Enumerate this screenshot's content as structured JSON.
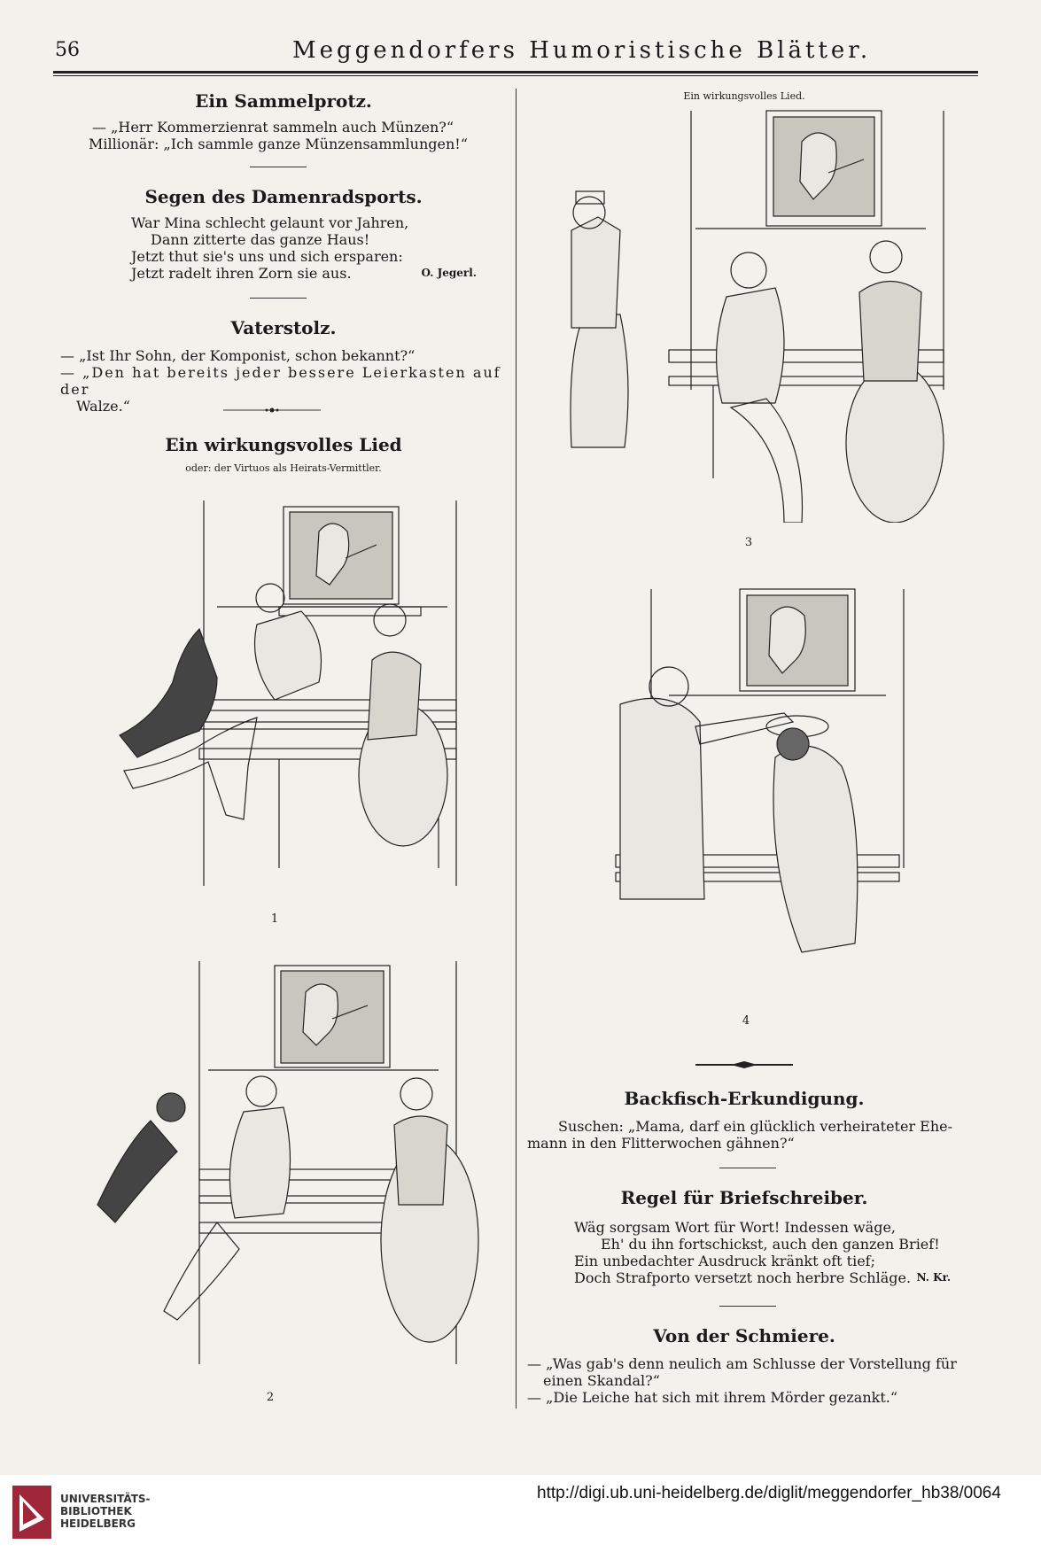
{
  "header": {
    "page_number": "56",
    "title": "Meggendorfers Humoristische Blätter."
  },
  "left": {
    "s1": {
      "title": "Ein Sammelprotz.",
      "lines": [
        "— „Herr Kommerzienrat sammeln auch Münzen?“",
        "Millionär: „Ich sammle ganze Münzensammlungen!“"
      ]
    },
    "s2": {
      "title": "Segen des Damenradsports.",
      "lines": [
        "War Mina schlecht gelaunt vor Jahren,",
        "Dann zitterte das ganze Haus!",
        "Jetzt thut sie's uns und sich ersparen:",
        "Jetzt radelt ihren Zorn sie aus."
      ],
      "author": "O. Jegerl."
    },
    "s3": {
      "title": "Vaterstolz.",
      "lines": [
        "— „Ist Ihr Sohn, der Komponist, schon bekannt?“",
        "— „Den hat bereits jeder bessere Leierkasten auf der",
        "Walze.“"
      ]
    },
    "s4": {
      "title": "Ein wirkungsvolles Lied",
      "subtitle": "oder: der Virtuos als Heirats-Vermittler."
    },
    "fig1": "1",
    "fig2": "2"
  },
  "right": {
    "fig_caption": "Ein wirkungsvolles Lied.",
    "fig3": "3",
    "fig4": "4",
    "s5": {
      "title": "Backfisch-Erkundigung.",
      "lines": [
        "Suschen: „Mama, darf ein glücklich verheirateter Ehe-",
        "mann in den Flitterwochen gähnen?“"
      ]
    },
    "s6": {
      "title": "Regel für Briefschreiber.",
      "lines": [
        "Wäg sorgsam Wort für Wort! Indessen wäge,",
        "Eh' du ihn fortschickst, auch den ganzen Brief!",
        "Ein unbedachter Ausdruck kränkt oft tief;",
        "Doch Strafporto versetzt noch herbre Schläge."
      ],
      "author": "N. Kr."
    },
    "s7": {
      "title": "Von der Schmiere.",
      "lines": [
        "— „Was gab's denn neulich am Schlusse der Vorstellung für",
        "einen Skandal?“",
        "— „Die Leiche hat sich mit ihrem Mörder gezankt.“"
      ]
    }
  },
  "footer": {
    "logo_lines": [
      "UNIVERSITÄTS-",
      "BIBLIOTHEK",
      "HEIDELBERG"
    ],
    "url": "http://digi.ub.uni-heidelberg.de/diglit/meggendorfer_hb38/0064",
    "logo_color": "#a0263a"
  }
}
